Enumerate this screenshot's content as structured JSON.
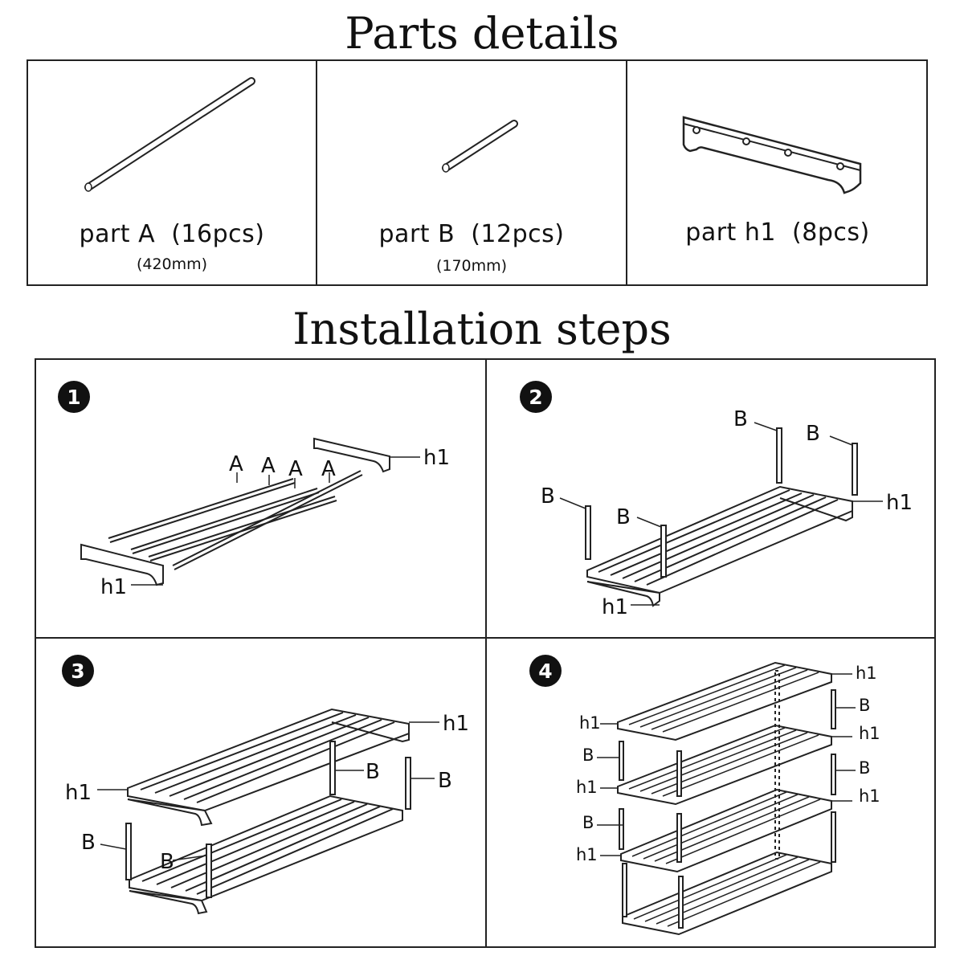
{
  "parts_title": "Parts details",
  "parts": [
    {
      "label": "part A  (16pcs)",
      "sub": "(420mm)"
    },
    {
      "label": "part B  (12pcs)",
      "sub": "(170mm)"
    },
    {
      "label": "part h1  (8pcs)",
      "sub": ""
    }
  ],
  "install_title": "Installation steps",
  "steps": [
    {
      "num": "1",
      "labels": {
        "a1": "A",
        "a2": "A",
        "a3": "A",
        "a4": "A",
        "h1_top": "h1",
        "h1_bottom": "h1"
      }
    },
    {
      "num": "2",
      "labels": {
        "b1": "B",
        "b2": "B",
        "b3": "B",
        "b4": "B",
        "h1_right": "h1",
        "h1_bottom": "h1"
      }
    },
    {
      "num": "3",
      "labels": {
        "h1_top": "h1",
        "h1_left": "h1",
        "b1": "B",
        "b2": "B",
        "b3": "B",
        "b4": "B"
      }
    },
    {
      "num": "4",
      "labels": {
        "h1_r1": "h1",
        "b_r1": "B",
        "h1_r2": "h1",
        "b_r2": "B",
        "h1_r3": "h1",
        "h1_l1": "h1",
        "b_l1": "B",
        "h1_l2": "h1",
        "b_l2": "B",
        "h1_l3": "h1"
      }
    }
  ]
}
